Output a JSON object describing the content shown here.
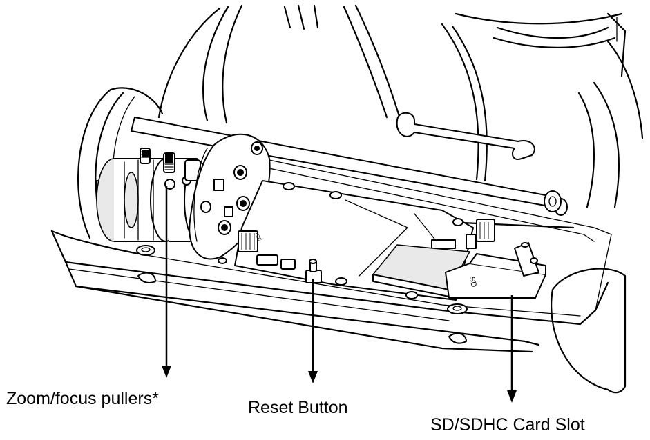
{
  "callouts": {
    "zoom_focus": {
      "label": "Zoom/focus pullers*"
    },
    "reset": {
      "label": "Reset Button"
    },
    "sd_card": {
      "label": "SD/SDHC Card Slot"
    }
  },
  "markings": {
    "sd_card_text": "SD"
  },
  "colors": {
    "line": "#000000",
    "background": "#ffffff",
    "shade": "#e9e9e9"
  }
}
